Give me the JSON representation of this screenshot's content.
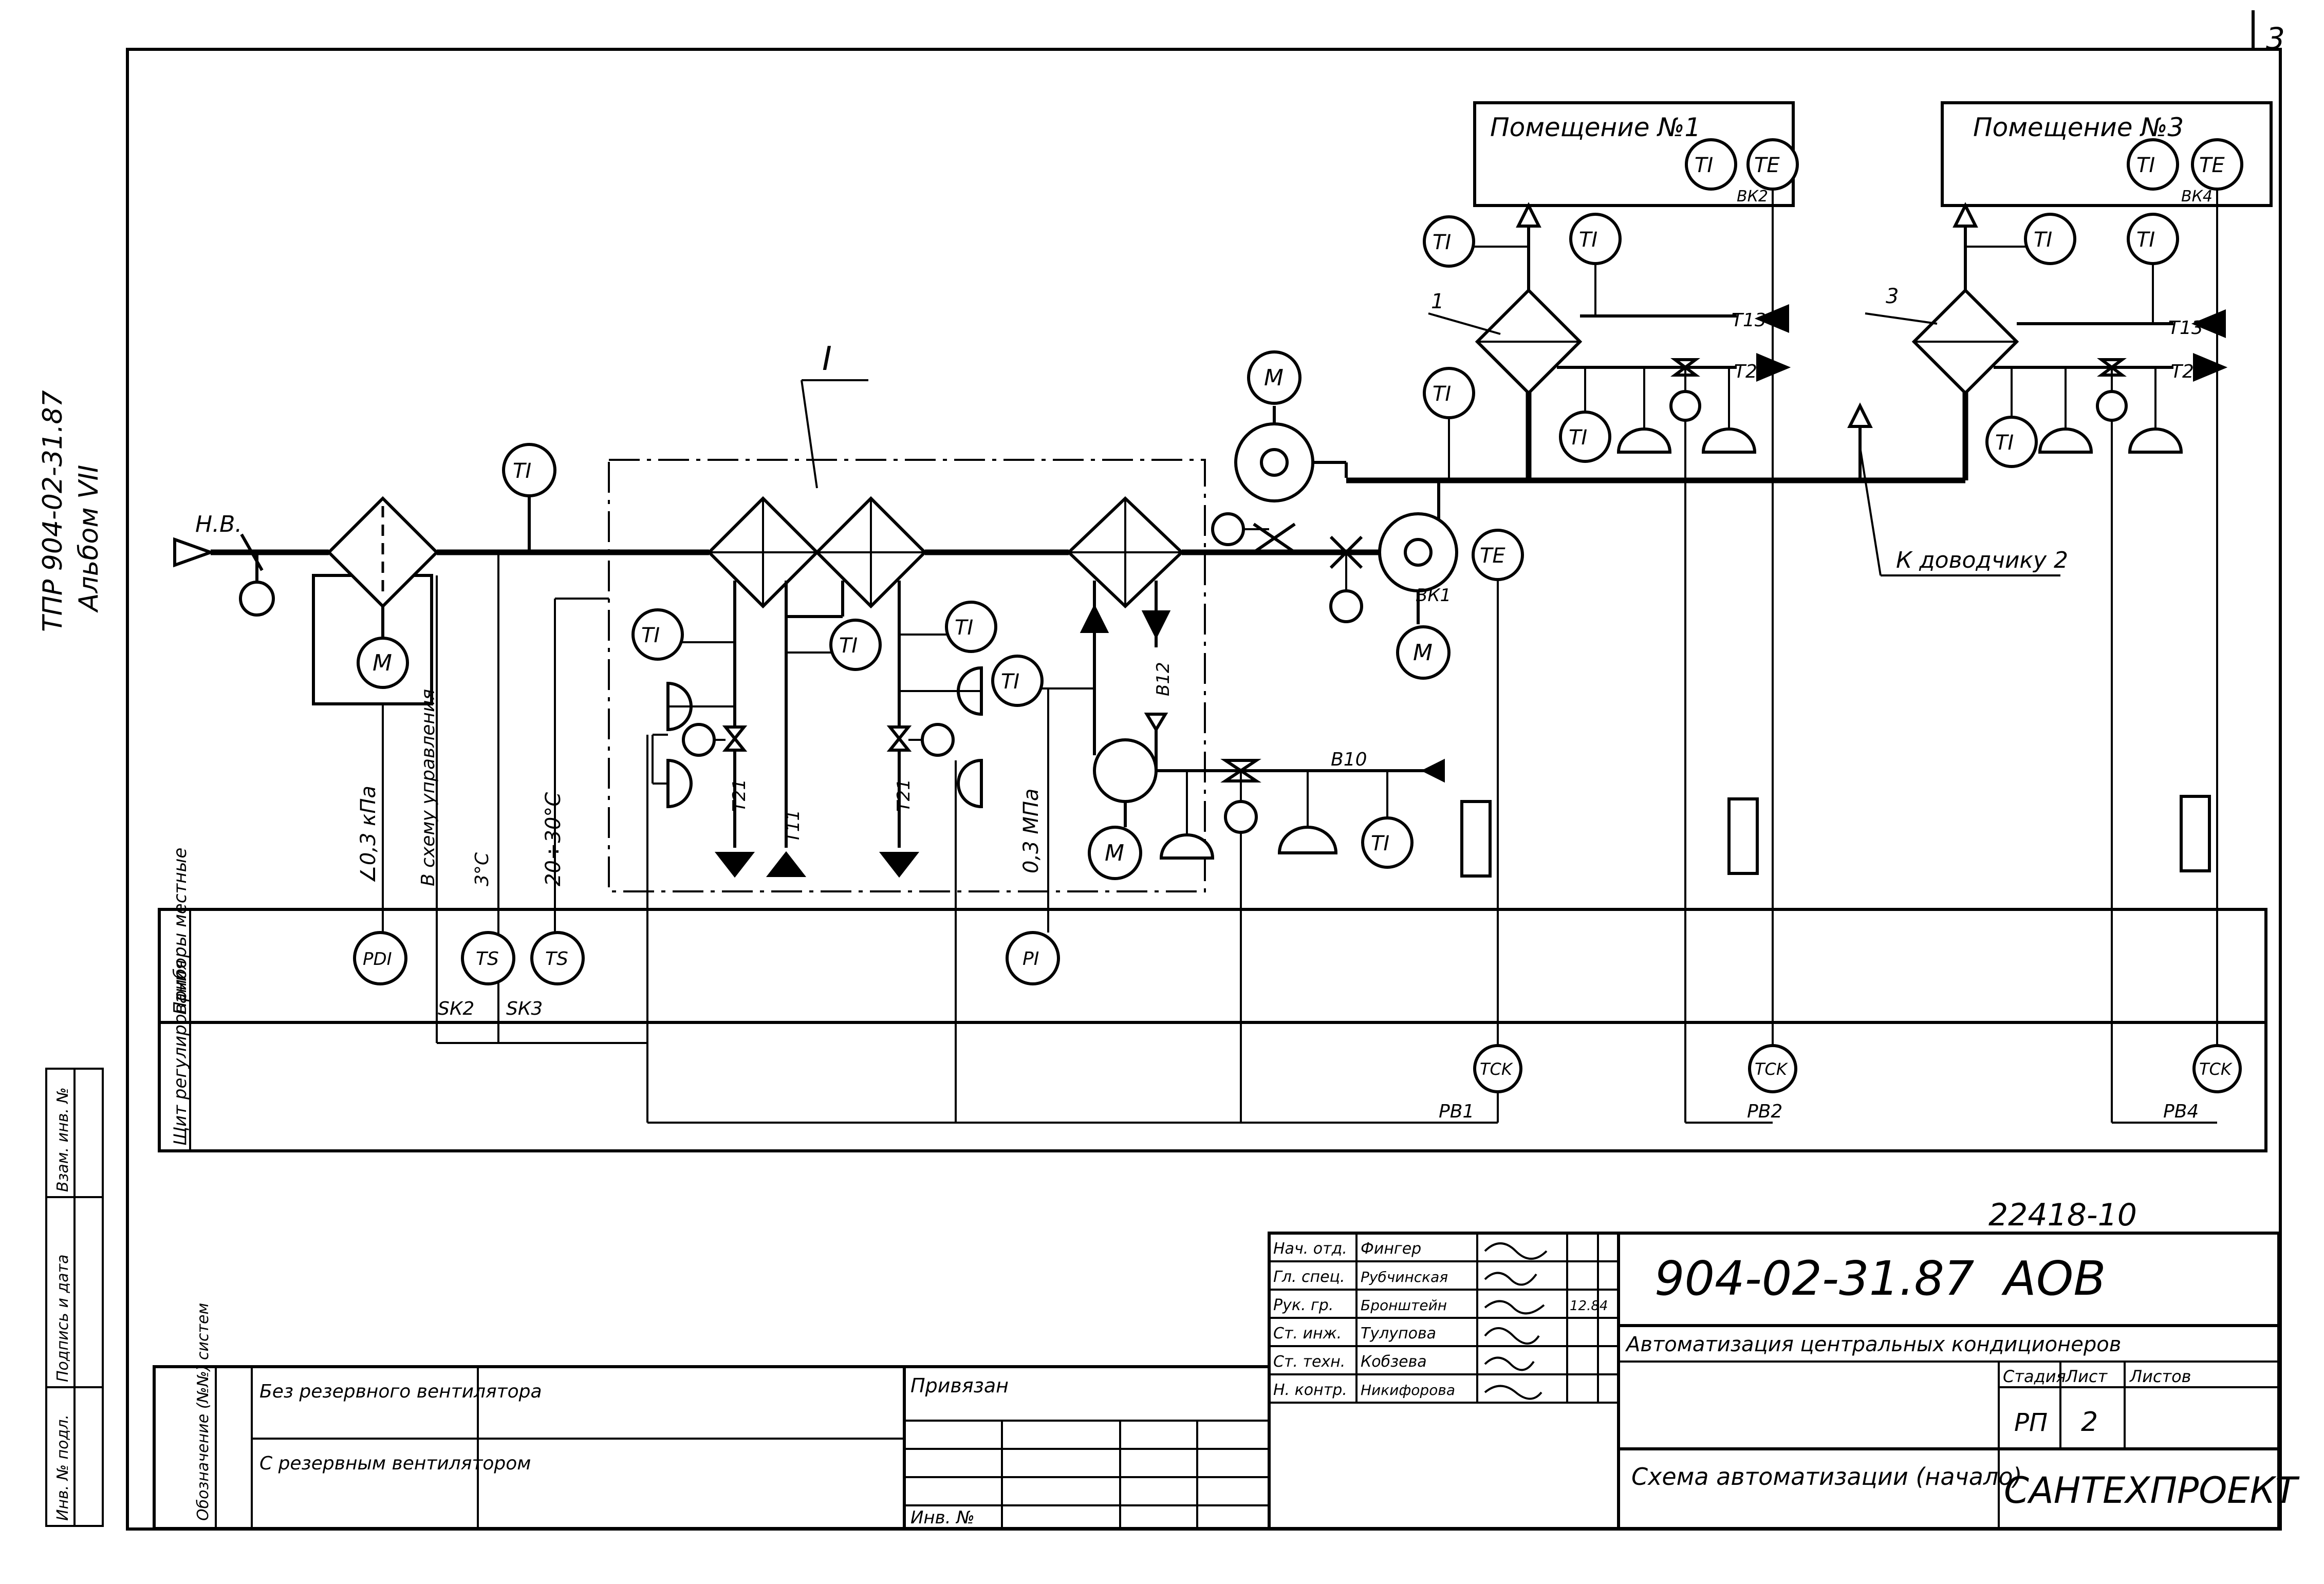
{
  "colors": {
    "ink": "#000000",
    "paper": "#ffffff"
  },
  "sheet_number": "3",
  "side_stamp": {
    "line1": "ТПР 904-02-31.87",
    "line2": "Альбом VII"
  },
  "side_fields": [
    "Инв. № подл.",
    "Подпись и дата",
    "Взам. инв. №"
  ],
  "rooms": [
    {
      "label": "Помещение №1",
      "id": "1"
    },
    {
      "label": "Помещение №3",
      "id": "3"
    }
  ],
  "instruments": {
    "TI": "TI",
    "TE": "TE",
    "PDI": "PDI",
    "TS": "TS",
    "PI": "PI",
    "TCK": "TCK",
    "M": "M"
  },
  "labels": {
    "outdoor_air": "Н.В.",
    "section_I": "I",
    "to_closer": "К доводчику 2",
    "bk1": "ВК1",
    "bk2": "ВК2",
    "bk4": "ВК4",
    "line_t13": "Т13",
    "line_t23": "Т23",
    "line_t21": "Т21",
    "line_t11": "Т11",
    "line_b12": "В12",
    "line_b10": "В10",
    "num1": "1",
    "num3": "3",
    "pdi_note": "∠0,3 кПа",
    "scheme_note": "В схему управления",
    "deg_note": "3°С",
    "range_note": "20÷30°С",
    "pressure_note": "0,3 МПа",
    "sk2": "SК2",
    "sk3": "SК3",
    "pb1": "РВ1",
    "pb2": "РВ2",
    "pb4": "РВ4"
  },
  "row_labels": {
    "local": "Приборы местные",
    "panel": "Щит регулирования"
  },
  "drawing_number": "22418-10",
  "title_block": {
    "code": "904-02-31.87",
    "mark": "АОВ",
    "title": "Автоматизация центральных кондиционеров",
    "sheet_title": "Схема автоматизации (начало)",
    "org": "САНТЕХПРОЕКТ",
    "stage_header": "Стадия",
    "sheet_header": "Лист",
    "sheets_header": "Листов",
    "stage": "РП",
    "sheet": "2",
    "date": "12.84",
    "staff": [
      {
        "role": "Нач. отд.",
        "name": "Фингер"
      },
      {
        "role": "Гл. спец.",
        "name": "Рубчинская"
      },
      {
        "role": "Рук. гр.",
        "name": "Бронштейн"
      },
      {
        "role": "Ст. инж.",
        "name": "Тулупова"
      },
      {
        "role": "Ст. техн.",
        "name": "Кобзева"
      },
      {
        "role": "Н. контр.",
        "name": "Никифорова"
      }
    ]
  },
  "system_table": {
    "header": "Обозначение (№№) систем",
    "rows": [
      "Без резервного вентилятора",
      "С резервным вентилятором"
    ]
  },
  "bound": {
    "label": "Привязан",
    "inv": "Инв. №"
  }
}
